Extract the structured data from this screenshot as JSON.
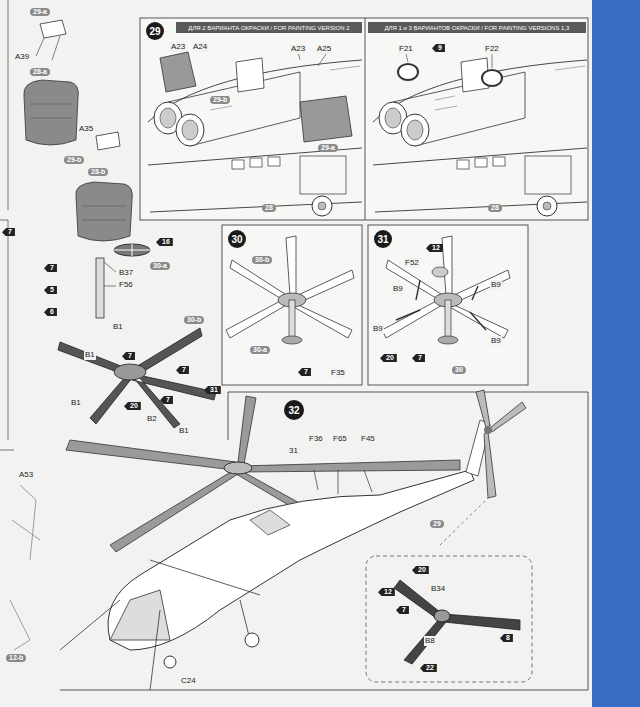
{
  "diagram": {
    "nodes": [
      {
        "text": [
          "29"
        ]
      },
      {
        "text": [
          "ДЛЯ 2 ВАРИАНТА ОКРАСКИ / FOR PAINTING VERSION 2"
        ]
      },
      {
        "text": [
          "ДЛЯ 1 и 3 ВАРИАНТОВ ОКРАСКИ / FOR PAINTING VERSIONS 1,3"
        ]
      },
      {
        "text": [
          "30"
        ]
      },
      {
        "text": [
          "31"
        ]
      },
      {
        "text": [
          "32"
        ]
      }
    ],
    "labels": [
      "7",
      "29-a",
      "A39",
      "28-a",
      "A35",
      "29-b",
      "28-b",
      "A23",
      "A24",
      "29-b",
      "A23",
      "A25",
      "29-a",
      "28",
      "F21",
      "9",
      "F22",
      "28",
      "16",
      "7",
      "B37",
      "30-a",
      "F56",
      "5",
      "6",
      "B1",
      "30-b",
      "B1",
      "7",
      "7",
      "31",
      "20",
      "7",
      "B2",
      "B1",
      "B1",
      "30-b",
      "30-a",
      "7",
      "F35",
      "12",
      "F52",
      "B9",
      "B9",
      "B9",
      "20",
      "7",
      "B9",
      "30",
      "31",
      "F36",
      "F65",
      "F45",
      "29",
      "C24",
      "20",
      "12",
      "B34",
      "7",
      "B8",
      "8",
      "22",
      "A53",
      "12-b"
    ]
  }
}
